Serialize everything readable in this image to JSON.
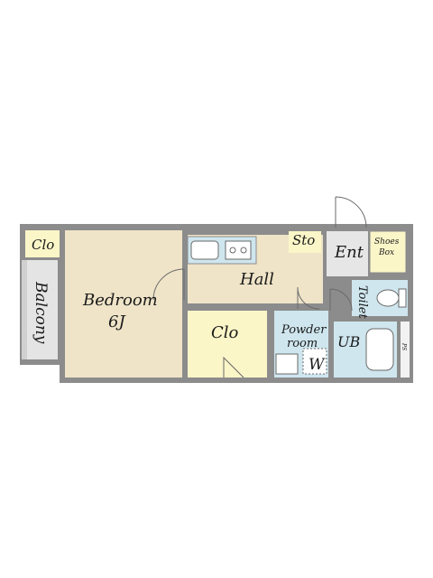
{
  "rooms": {
    "closet_small": "Clo",
    "balcony": "Balcony",
    "bedroom": "Bedroom",
    "bedroom_size": "6J",
    "hall": "Hall",
    "storage": "Sto",
    "entrance": "Ent",
    "shoes_box_line1": "Shoes",
    "shoes_box_line2": "Box",
    "closet_main": "Clo",
    "toilet": "Toilet",
    "powder_room_line1": "Powder",
    "powder_room_line2": "room",
    "washer": "W",
    "unit_bath": "UB",
    "ps": "PS"
  },
  "colors": {
    "wall": "#8c8c8c",
    "bedroom_floor": "#efe4c8",
    "hall_floor": "#efe4c8",
    "closet_floor": "#fbf6c8",
    "wet_area": "#cfe6ee",
    "entrance_floor": "#e6e6e6",
    "balcony_floor": "#e4e4e4"
  }
}
